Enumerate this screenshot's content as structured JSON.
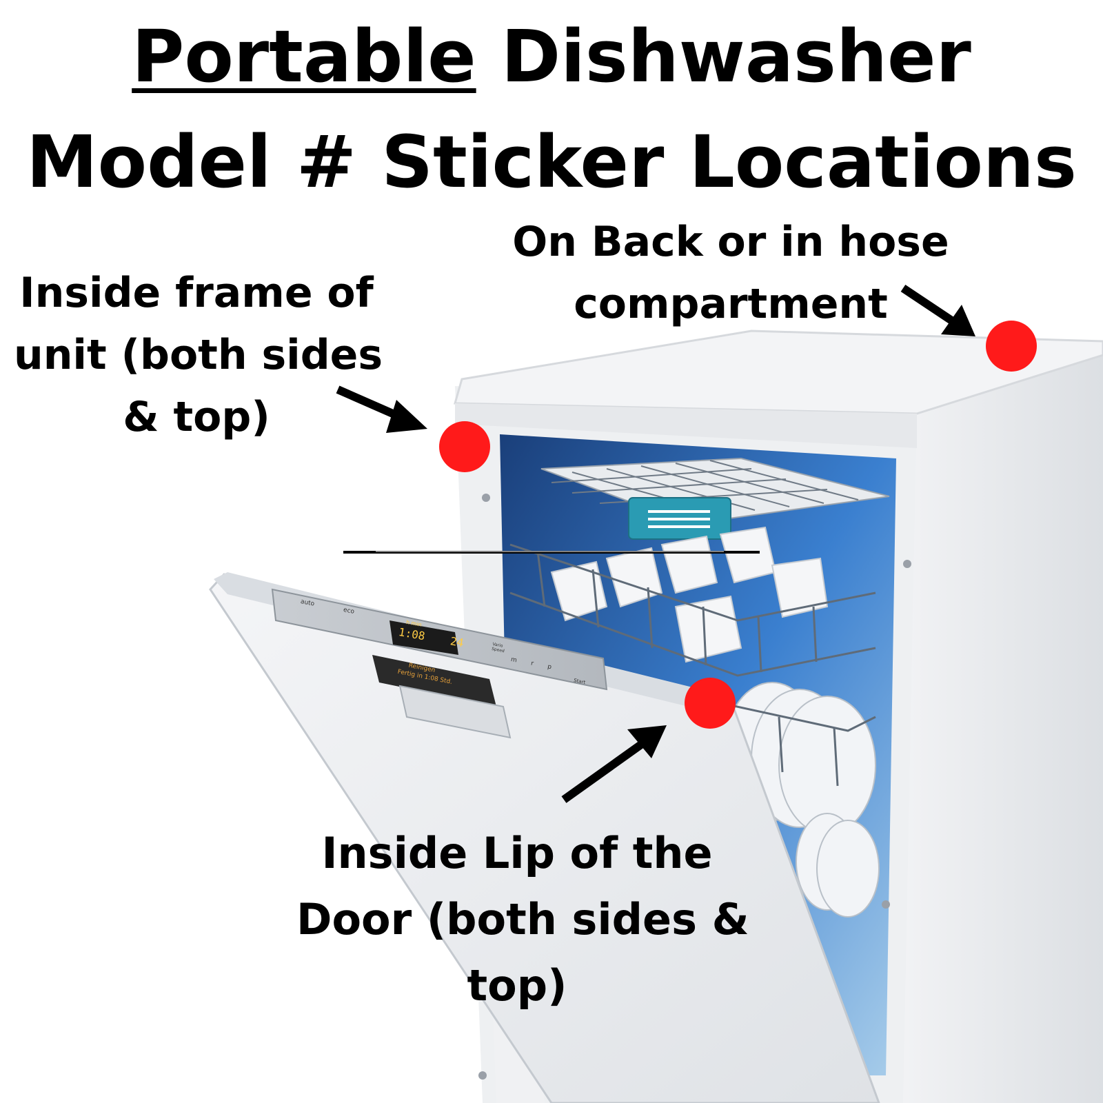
{
  "header": {
    "line1_underlined": "Portable",
    "line1_rest": " Dishwasher",
    "line2": "Model # Sticker Locations"
  },
  "labels": {
    "frame": [
      "Inside frame of",
      "unit (both sides",
      "& top)"
    ],
    "back": [
      "On Back or in hose",
      "compartment"
    ],
    "door": [
      "Inside Lip of the",
      "Door (both sides &",
      "top)"
    ]
  },
  "appliance_panel": {
    "auto": "auto",
    "eco": "eco",
    "time": "1:08",
    "num": "24",
    "h_min": "h  min",
    "speed": "Vario Speed",
    "start": "Start",
    "b1": "m",
    "b2": "r",
    "b3": "p",
    "msg1": "Reinigen",
    "msg2": "Fertig in 1:08 Std."
  },
  "colors": {
    "marker": "#ff1a1a",
    "arrow": "#000000",
    "appliance": "#eceef1",
    "interior": "#2f67b0",
    "handle_tab": "#2a9bb3"
  }
}
